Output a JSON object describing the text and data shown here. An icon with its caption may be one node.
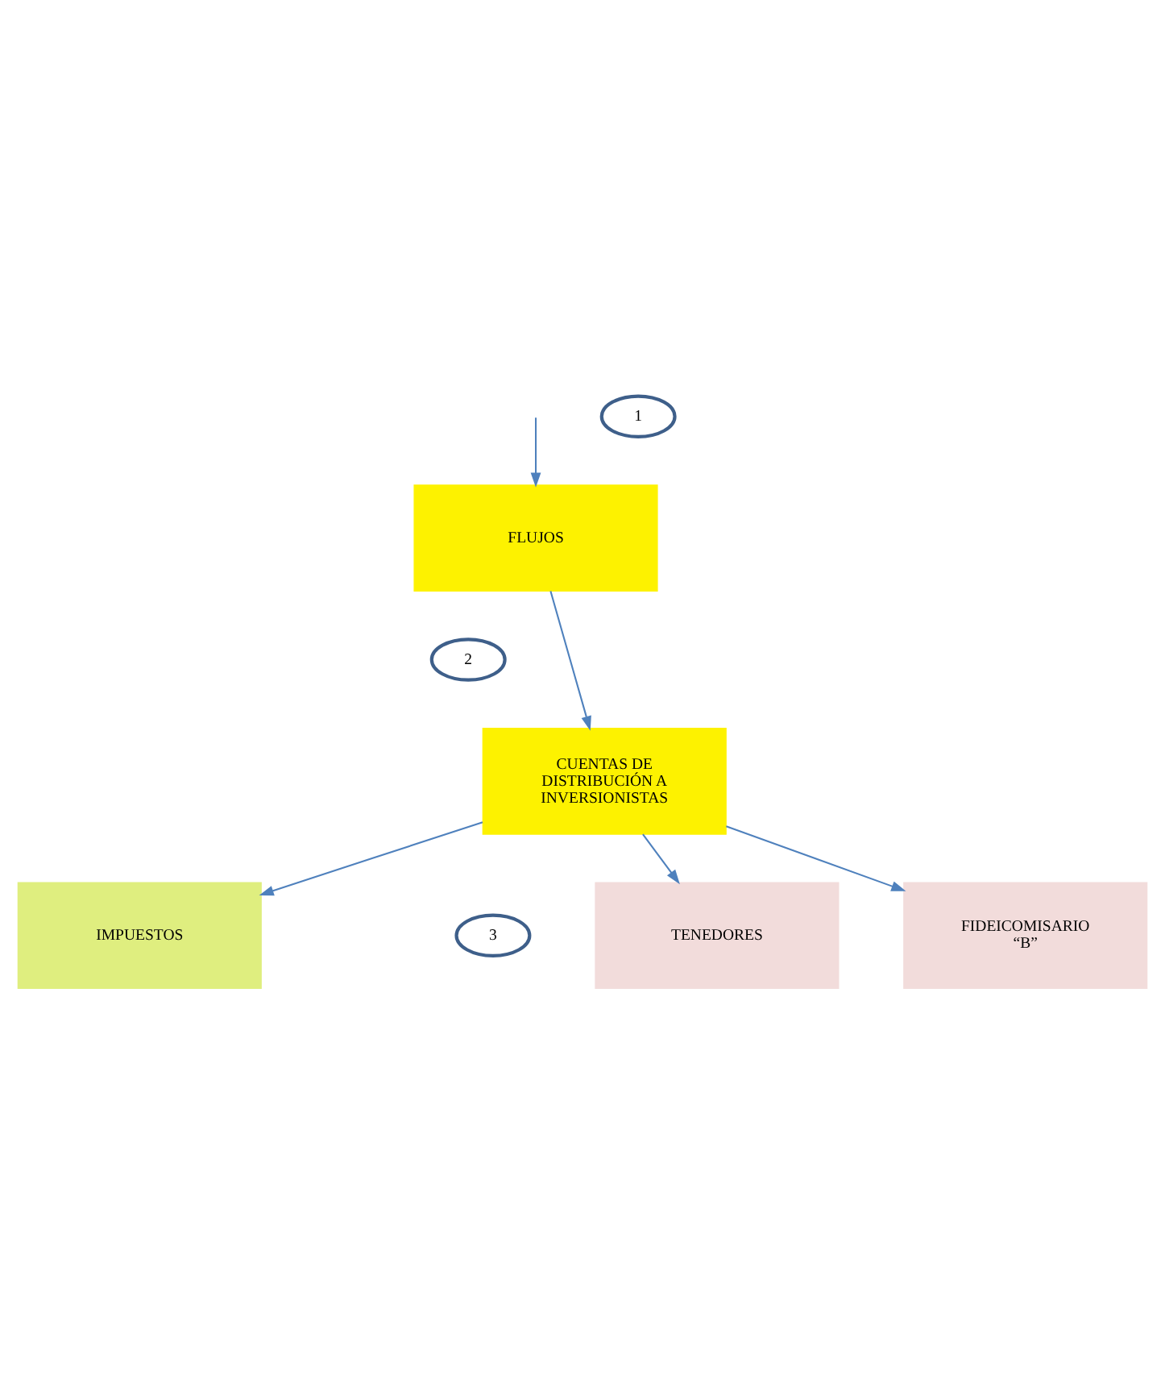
{
  "diagram": {
    "nodes": [
      {
        "text": [
          "1"
        ]
      },
      {
        "text": [
          "FLUJOS"
        ]
      },
      {
        "text": [
          "2"
        ]
      },
      {
        "text": [
          "CUENTAS DE DISTRIBUCIÓN A INVERSIONISTAS"
        ]
      },
      {
        "text": [
          "IMPUESTOS"
        ]
      },
      {
        "text": [
          "3"
        ]
      },
      {
        "text": [
          "TENEDORES"
        ]
      },
      {
        "text": [
          "FIDEICOMISARIO “B”"
        ]
      }
    ],
    "edges": [
      {
        "from": null,
        "to": 1,
        "arrow": "to"
      },
      {
        "from": 1,
        "to": 3,
        "arrow": "to"
      },
      {
        "from": 3,
        "to": 4,
        "arrow": "to"
      },
      {
        "from": 3,
        "to": 6,
        "arrow": "to"
      },
      {
        "from": 3,
        "to": 7,
        "arrow": "to"
      }
    ]
  }
}
